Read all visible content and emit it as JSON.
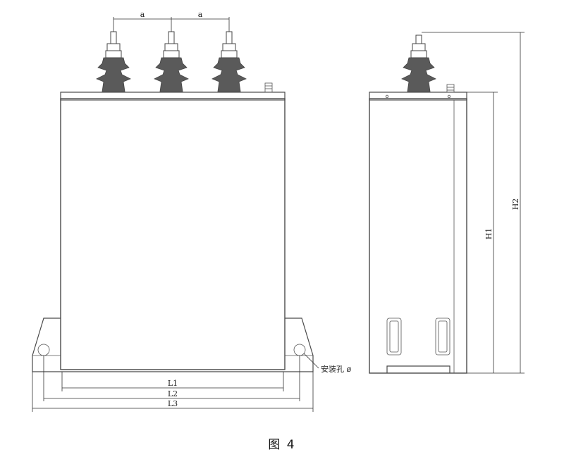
{
  "figure": {
    "caption": "图 4"
  },
  "front_view": {
    "top_pitch_label_1": "a",
    "top_pitch_label_2": "a",
    "mount_hole_label": "安装孔 ø",
    "dims": [
      "L1",
      "L2",
      "L3"
    ]
  },
  "side_view": {
    "dims": [
      "H1",
      "H2"
    ]
  }
}
